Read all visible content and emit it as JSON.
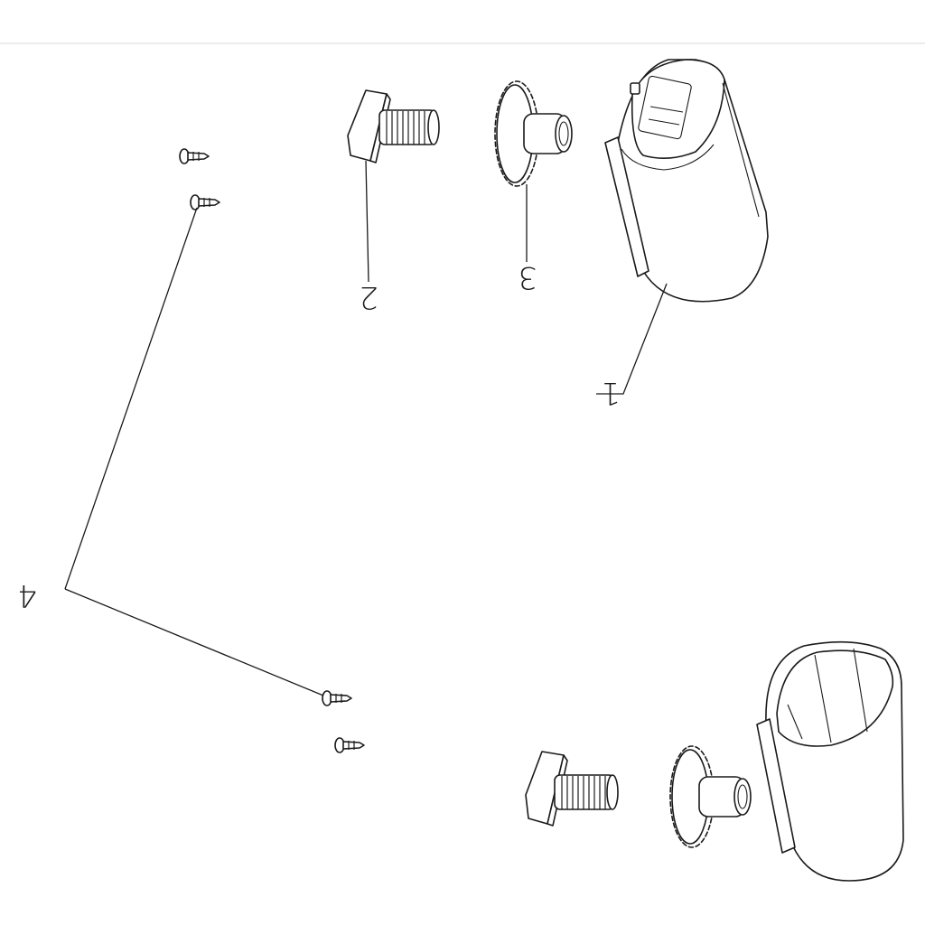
{
  "callouts": {
    "part_1": "1",
    "part_2": "2",
    "part_3": "3",
    "part_4": "4"
  },
  "colors": {
    "line": "#1a1a1a",
    "background": "#ffffff"
  }
}
